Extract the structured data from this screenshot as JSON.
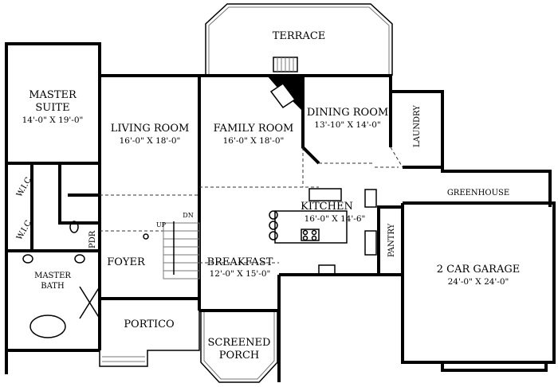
{
  "rooms": {
    "terrace": {
      "name": "TERRACE"
    },
    "master_suite": {
      "name1": "MASTER",
      "name2": "SUITE",
      "size": "14'-0\" X 19'-0\""
    },
    "living_room": {
      "name": "LIVING ROOM",
      "size": "16'-0\" X 18'-0\""
    },
    "family_room": {
      "name": "FAMILY ROOM",
      "size": "16'-0\" X 18'-0\""
    },
    "dining_room": {
      "name": "DINING ROOM",
      "size": "13'-10\" X 14'-0\""
    },
    "laundry": {
      "name": "LAUNDRY"
    },
    "greenhouse": {
      "name": "GREENHOUSE"
    },
    "kitchen": {
      "name": "KITCHEN",
      "size": "16'-0\" X 14'-6\""
    },
    "pantry": {
      "name": "PANTRY"
    },
    "garage": {
      "name": "2 CAR GARAGE",
      "size": "24'-0\" X 24'-0\""
    },
    "wic_upper": {
      "name": "W.I.C."
    },
    "wic_lower": {
      "name": "W.I.C."
    },
    "pdr": {
      "name": "PDR"
    },
    "stairs": {
      "up": "UP",
      "down": "DN"
    },
    "foyer": {
      "name": "FOYER"
    },
    "breakfast": {
      "name": "BREAKFAST",
      "size": "12'-0\" X 15'-0\""
    },
    "master_bath": {
      "name1": "MASTER",
      "name2": "BATH"
    },
    "portico": {
      "name": "PORTICO"
    },
    "screened_porch": {
      "name1": "SCREENED",
      "name2": "PORCH"
    }
  }
}
